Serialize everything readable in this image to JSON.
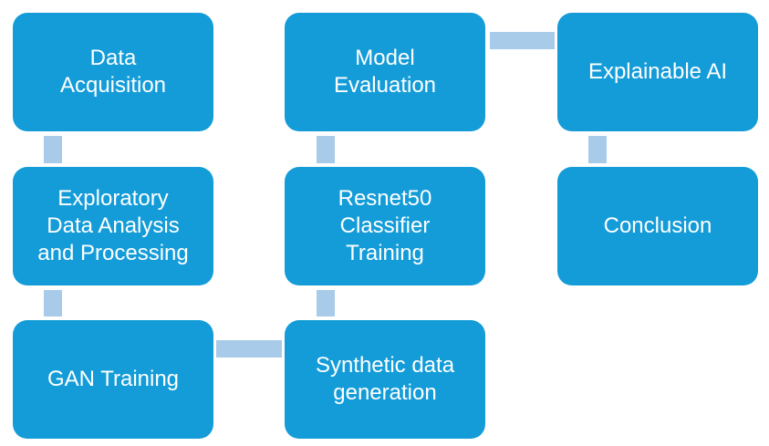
{
  "diagram": {
    "title": "ML pipeline process flowchart",
    "colors": {
      "background": "#ffffff",
      "node_fill": "#149CD8",
      "node_text": "#ffffff",
      "connector_fill": "#A7CBE8"
    },
    "nodes": [
      {
        "id": "data-acquisition",
        "label": "Data\nAcquisition",
        "col": 1,
        "row": 1
      },
      {
        "id": "exploratory-data-analysis",
        "label": "Exploratory\nData Analysis\nand Processing",
        "col": 1,
        "row": 2
      },
      {
        "id": "gan-training",
        "label": "GAN Training",
        "col": 1,
        "row": 3
      },
      {
        "id": "model-evaluation",
        "label": "Model\nEvaluation",
        "col": 2,
        "row": 1
      },
      {
        "id": "resnet50-classifier-training",
        "label": "Resnet50\nClassifier\nTraining",
        "col": 2,
        "row": 2
      },
      {
        "id": "synthetic-data-generation",
        "label": "Synthetic data\ngeneration",
        "col": 2,
        "row": 3
      },
      {
        "id": "explainable-ai",
        "label": "Explainable AI",
        "col": 3,
        "row": 1
      },
      {
        "id": "conclusion",
        "label": "Conclusion",
        "col": 3,
        "row": 2
      }
    ],
    "connections": [
      {
        "from": "data-acquisition",
        "to": "exploratory-data-analysis",
        "direction": "vertical"
      },
      {
        "from": "exploratory-data-analysis",
        "to": "gan-training",
        "direction": "vertical"
      },
      {
        "from": "gan-training",
        "to": "synthetic-data-generation",
        "direction": "horizontal"
      },
      {
        "from": "synthetic-data-generation",
        "to": "resnet50-classifier-training",
        "direction": "vertical"
      },
      {
        "from": "resnet50-classifier-training",
        "to": "model-evaluation",
        "direction": "vertical"
      },
      {
        "from": "model-evaluation",
        "to": "explainable-ai",
        "direction": "horizontal"
      },
      {
        "from": "explainable-ai",
        "to": "conclusion",
        "direction": "vertical"
      }
    ]
  }
}
